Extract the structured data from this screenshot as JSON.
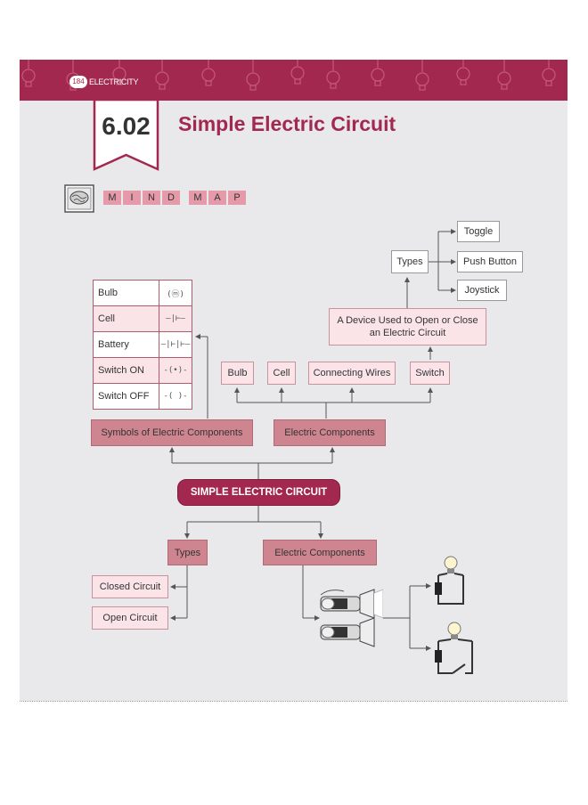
{
  "header": {
    "page_number": "184",
    "chapter": "ELECTRICITY"
  },
  "section": {
    "number": "6.02",
    "title": "Simple Electric Circuit"
  },
  "mind_map_label": {
    "word1": [
      "M",
      "I",
      "N",
      "D"
    ],
    "word2": [
      "M",
      "A",
      "P"
    ]
  },
  "symbols_table": [
    {
      "label": "Bulb",
      "symbol": "(ⓜ)"
    },
    {
      "label": "Cell",
      "symbol": "—|⊢—"
    },
    {
      "label": "Battery",
      "symbol": "—|⊢|⊢—"
    },
    {
      "label": "Switch ON",
      "symbol": "-(•)-"
    },
    {
      "label": "Switch OFF",
      "symbol": "-( )-"
    }
  ],
  "nodes": {
    "center": "SIMPLE ELECTRIC CIRCUIT",
    "symbols": "Symbols of Electric Components",
    "components_top": "Electric Components",
    "bulb": "Bulb",
    "cell": "Cell",
    "wires": "Connecting Wires",
    "switch": "Switch",
    "device": "A Device Used to Open or Close an Electric Circuit",
    "types_top": "Types",
    "toggle": "Toggle",
    "push": "Push Button",
    "joystick": "Joystick",
    "types_bottom": "Types",
    "components_bottom": "Electric Components",
    "closed": "Closed Circuit",
    "open": "Open Circuit"
  },
  "colors": {
    "brand": "#a3284f",
    "rose": "#cf8590",
    "pink": "#fbe4e8",
    "page": "#e9e8ea"
  }
}
